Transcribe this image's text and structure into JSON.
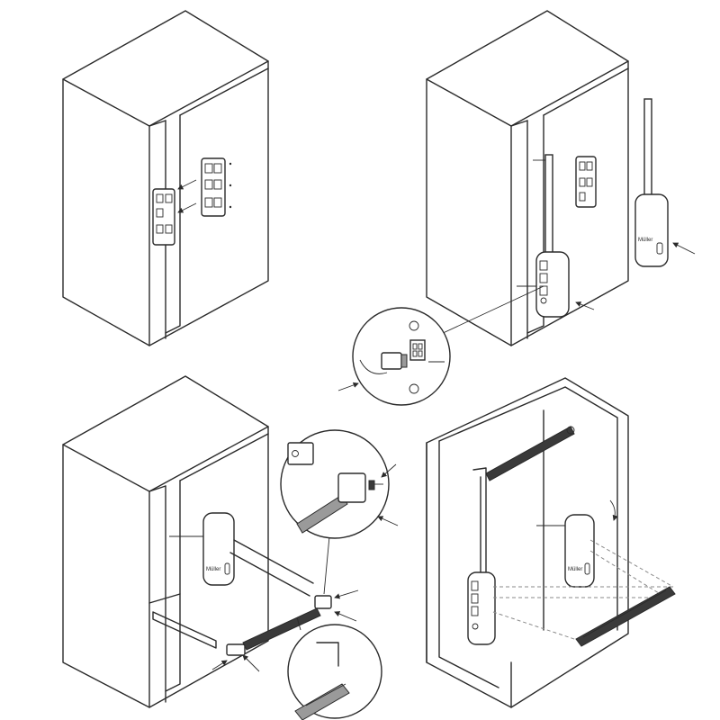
{
  "title": "",
  "steps": [
    {
      "id": "mount-bracket"
    },
    {
      "id": "attach-device"
    },
    {
      "id": "install-rail"
    },
    {
      "id": "lift-in-use"
    }
  ],
  "device_label": "Müller",
  "colors": {
    "line": "#2a2a2a",
    "rail_dark": "#3a3a3a",
    "dashed": "#8a8a8a",
    "background": "#ffffff"
  }
}
